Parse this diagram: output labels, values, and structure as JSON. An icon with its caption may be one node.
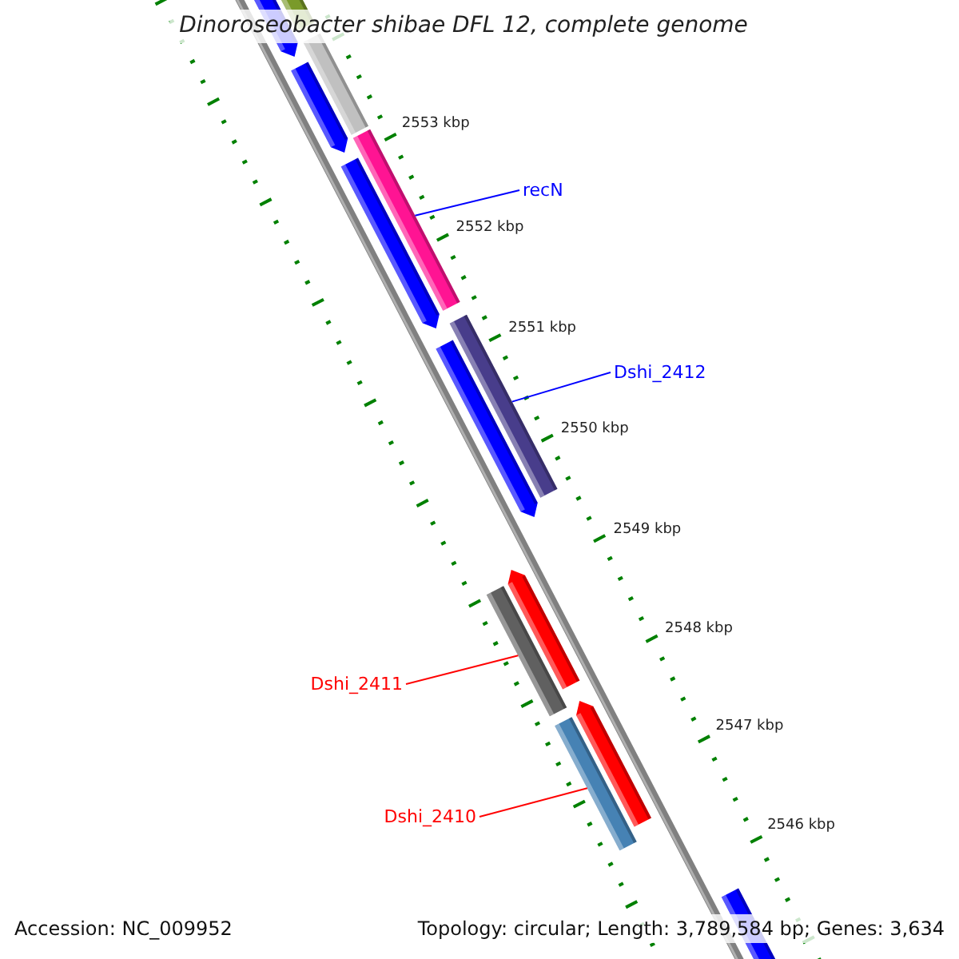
{
  "diagram": {
    "title": "Dinoroseobacter shibae DFL 12, complete genome",
    "nodes": [
      {
        "text": [
          "recN"
        ]
      },
      {
        "text": [],
        "shape": "bar"
      },
      {
        "text": [
          "Dshi_2412"
        ]
      },
      {
        "text": [],
        "shape": "bar"
      },
      {
        "text": [
          "Dshi_2411"
        ]
      },
      {
        "text": [],
        "shape": "bar"
      },
      {
        "text": [
          "Dshi_2410"
        ]
      },
      {
        "text": [],
        "shape": "bar"
      }
    ],
    "edges": [
      {
        "from": 0,
        "to": 1,
        "arrow": "none",
        "color": "#0000ff"
      },
      {
        "from": 2,
        "to": 3,
        "arrow": "none",
        "color": "#0000ff"
      },
      {
        "from": 4,
        "to": 5,
        "arrow": "none",
        "color": "#ff0000"
      },
      {
        "from": 6,
        "to": 7,
        "arrow": "none",
        "color": "#ff0000"
      }
    ],
    "labels": [
      "2553 kbp",
      "2552 kbp",
      "2551 kbp",
      "2550 kbp",
      "2549 kbp",
      "2548 kbp",
      "2547 kbp",
      "2546 kbp",
      "Accession: NC_009952",
      "Topology: circular; Length: 3,789,584 bp; Genes: 3,634"
    ]
  }
}
